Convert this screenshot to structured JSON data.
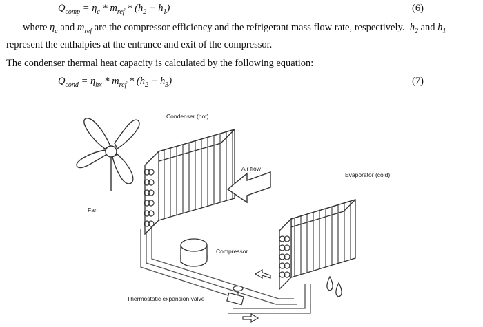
{
  "eq6": {
    "lhs": "Q",
    "lhs_sub": "comp",
    "eta": "η",
    "eta_sub": "c",
    "m": "m",
    "m_sub": "ref",
    "h_a": "h",
    "h_a_sub": "2",
    "h_b": "h",
    "h_b_sub": "1",
    "number": "(6)"
  },
  "para1": {
    "line1_pre": "where",
    "eta_c": "η",
    "eta_c_sub": "c",
    "and1": "and",
    "mref": "m",
    "mref_sub": "ref",
    "line1_mid": "are the compressor efficiency and the refrigerant mass flow rate, respectively.",
    "h2": "h",
    "h2_sub": "2",
    "and2": "and",
    "h1": "h",
    "h1_sub": "1",
    "line2": "represent the enthalpies at the entrance and exit of the compressor."
  },
  "para2": "The condenser thermal heat capacity is calculated by the following equation:",
  "eq7": {
    "lhs": "Q",
    "lhs_sub": "cond",
    "eta": "η",
    "eta_sub": "hx",
    "m": "m",
    "m_sub": "ref",
    "h_a": "h",
    "h_a_sub": "2",
    "h_b": "h",
    "h_b_sub": "3",
    "number": "(7)"
  },
  "diagram": {
    "condenser_label": "Condenser (hot)",
    "airflow_label": "Air flow",
    "evaporator_label": "Evaporator (cold)",
    "fan_label": "Fan",
    "compressor_label": "Compressor",
    "valve_label": "Thermostatic expansion valve"
  }
}
